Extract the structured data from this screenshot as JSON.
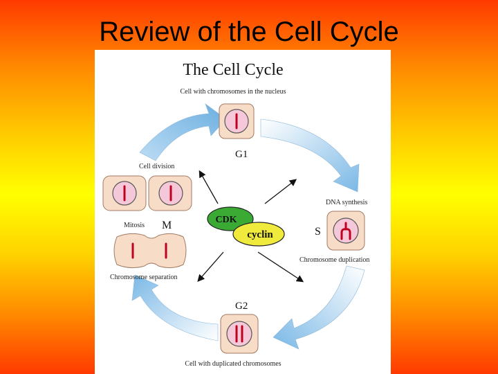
{
  "slide": {
    "title": "Review of the Cell Cycle"
  },
  "diagram": {
    "title": "The Cell Cycle",
    "caption_top": "Cell with chromosomes in the nucleus",
    "caption_bottom": "Cell with duplicated chromosomes",
    "phases": {
      "g1": "G1",
      "s": "S",
      "g2": "G2",
      "m": "M"
    },
    "labels": {
      "cell_division": "Cell division",
      "dna_synthesis": "DNA synthesis",
      "mitosis": "Mitosis",
      "chromosome_duplication": "Chromosome duplication",
      "chromosome_separation": "Chromosome separation"
    },
    "center": {
      "cdk": "CDK",
      "cyclin": "cyclin"
    },
    "colors": {
      "cell_fill": "#f7dcc7",
      "nucleus_fill": "#f4c8d8",
      "chromosome": "#c00020",
      "cdk_fill": "#3aaa35",
      "cyclin_fill": "#f0ea3c",
      "arrow_blue": "#8ec2ea"
    }
  }
}
